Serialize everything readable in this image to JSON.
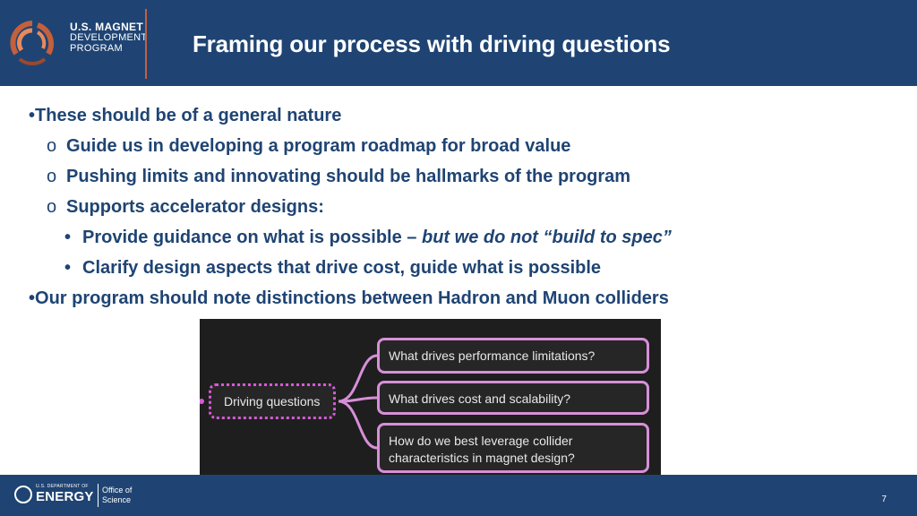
{
  "header": {
    "logo_lines": [
      "U.S. MAGNET",
      "DEVELOPMENT",
      "PROGRAM"
    ],
    "title": "Framing our process with driving questions",
    "colors": {
      "background": "#1f4473",
      "accent": "#c4603b"
    }
  },
  "bullets": [
    {
      "marker": "•",
      "text": "These should be of a general nature"
    },
    {
      "marker": "o",
      "text": "Guide us in developing a program roadmap for broad value"
    },
    {
      "marker": "o",
      "text": "Pushing limits and innovating should be hallmarks of the program"
    },
    {
      "marker": "o",
      "text": "Supports accelerator designs:"
    },
    {
      "marker": "•",
      "text": "Provide guidance on what is possible – ",
      "emphasis": "but we do not “build to spec”"
    },
    {
      "marker": "•",
      "text": "Clarify design aspects that drive cost, guide what is possible"
    },
    {
      "marker": "•",
      "text": "Our program should note distinctions between Hadron and Muon colliders"
    }
  ],
  "diagram": {
    "root": "Driving questions",
    "branches": [
      "What drives performance limitations?",
      "What drives cost and scalability?",
      "How do we best leverage collider characteristics in magnet design?"
    ],
    "colors": {
      "background": "#1e1e1e",
      "border": "#d78fd8",
      "root_border": "#d55ad6"
    }
  },
  "footer": {
    "doe_small": "U.S. DEPARTMENT OF",
    "doe_name": "ENERGY",
    "office_lines": [
      "Office of",
      "Science"
    ],
    "page_number": "7"
  }
}
